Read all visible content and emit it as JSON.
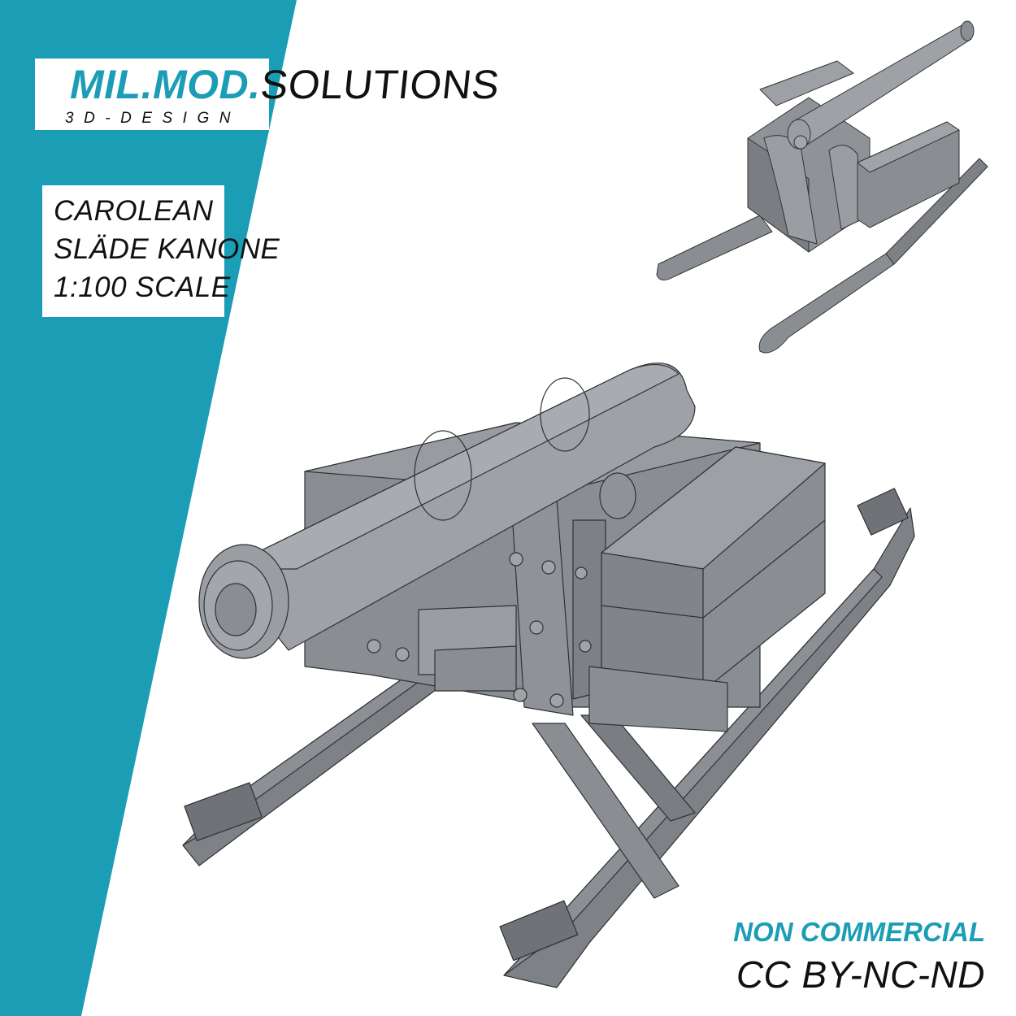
{
  "brand": {
    "name_accent": "MIL.MOD.",
    "name_rest": "SOLUTIONS",
    "tagline": "3D-DESIGN",
    "accent_color": "#1b9db5"
  },
  "product": {
    "lines": [
      "CAROLEAN",
      "SLÄDE KANONE",
      "1:100 SCALE"
    ]
  },
  "license": {
    "title": "NON COMMERCIAL",
    "code": "CC BY-NC-ND"
  },
  "renders": {
    "main": "sled-cannon-3d-render-front-view",
    "secondary": "sled-cannon-3d-render-rear-view"
  },
  "colors": {
    "teal": "#1b9db5",
    "model_gray": "#8a8e93",
    "model_dark": "#6f7378",
    "model_light": "#a3a7ab"
  }
}
